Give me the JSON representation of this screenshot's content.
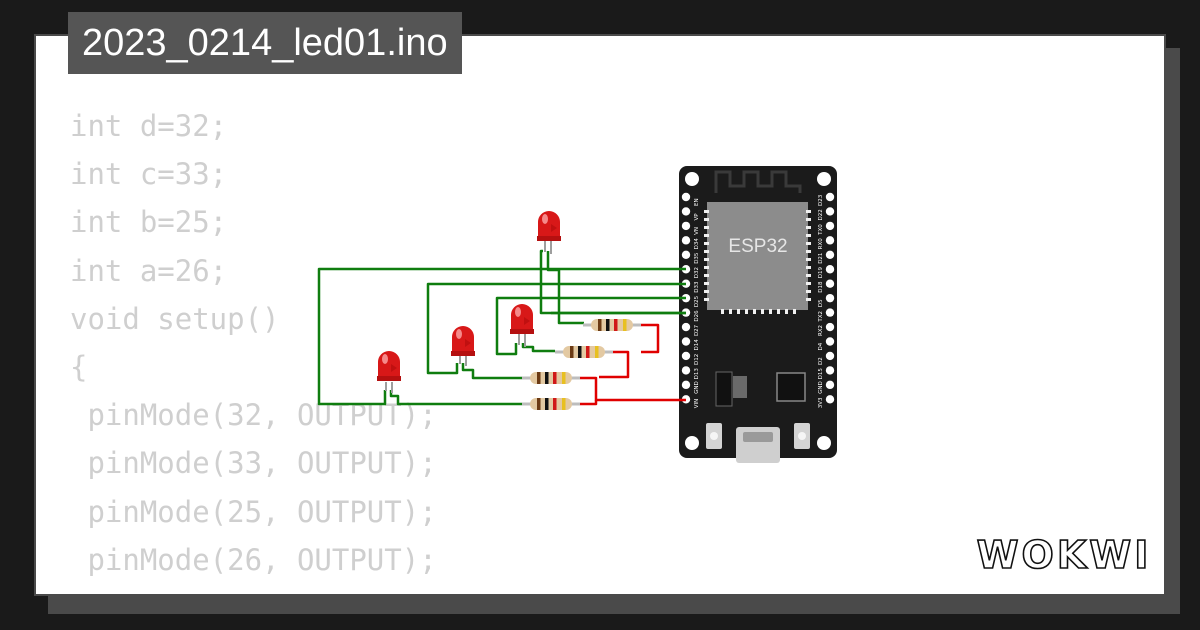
{
  "project": {
    "filename": "2023_0214_led01.ino"
  },
  "code_lines": [
    "int d=32;",
    "int c=33;",
    "int b=25;",
    "int a=26;",
    "void setup()",
    "{",
    " pinMode(32, OUTPUT);",
    " pinMode(33, OUTPUT);",
    " pinMode(25, OUTPUT);",
    " pinMode(26, OUTPUT);",
    "}"
  ],
  "board": {
    "chip_label": "ESP32",
    "left_pins": [
      "EN",
      "VP",
      "VN",
      "D34",
      "D35",
      "D32",
      "D33",
      "D25",
      "D26",
      "D27",
      "D14",
      "D12",
      "D13",
      "GND",
      "VIN"
    ],
    "right_pins": [
      "D23",
      "D22",
      "TX0",
      "RX0",
      "D21",
      "D19",
      "D18",
      "D5",
      "TX2",
      "RX2",
      "D4",
      "D2",
      "D15",
      "GND",
      "3V3"
    ]
  },
  "brand": {
    "logo_text": "WOKWI"
  },
  "colors": {
    "wire_signal": "#0f7d0f",
    "wire_power": "#e00000",
    "led": "#d81818",
    "board": "#1b1b1b",
    "code_text": "#cfcfcf",
    "title_bg": "#555555"
  }
}
